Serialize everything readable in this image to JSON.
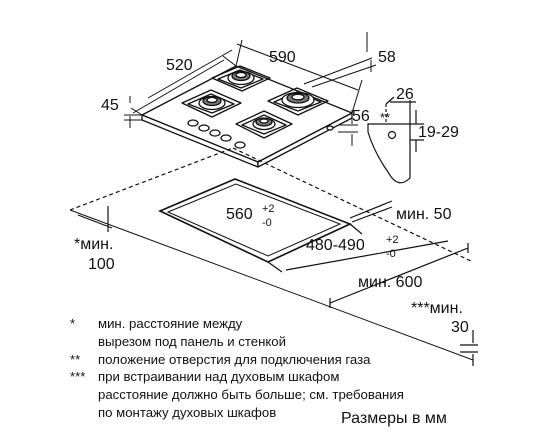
{
  "dimensions": {
    "width_hob": "520",
    "depth_hob": "590",
    "depth_58": "58",
    "height_45": "45",
    "height_56": "56",
    "width_26": "26",
    "hole_mark": "**",
    "range_19_29": "19-29",
    "cutout_w": "560",
    "cutout_w_tol_plus": "+2",
    "cutout_w_tol_minus": "-0",
    "cutout_d": "480-490",
    "cutout_d_tol_plus": "+2",
    "cutout_d_tol_minus": "-0",
    "min_50": "мин. 50",
    "min_100_label": "*мин.",
    "min_100_value": "100",
    "min_600": "мин. 600",
    "min_30_label": "***мин.",
    "min_30_value": "30"
  },
  "notes": [
    {
      "mark": "*",
      "lines": [
        "мин. расстояние между",
        "вырезом под панель и стенкой"
      ]
    },
    {
      "mark": "**",
      "lines": [
        "положение отверстия для подключения газа"
      ]
    },
    {
      "mark": "***",
      "lines": [
        "при встраивании над духовым шкафом",
        "расстояние должно быть больше; см. требования",
        "по монтажу духовых шкафов"
      ]
    }
  ],
  "units_caption": "Размеры в мм"
}
